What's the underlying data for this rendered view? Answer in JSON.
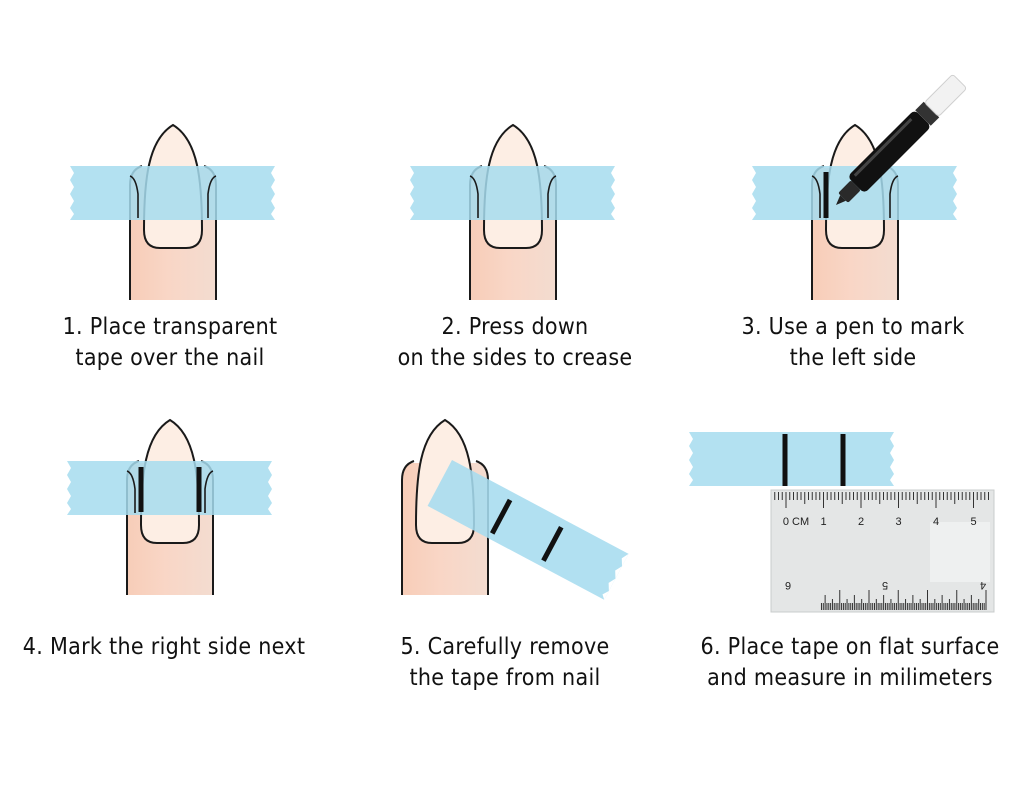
{
  "steps": [
    {
      "number": 1,
      "line1": "1. Place transparent",
      "line2": "tape over the nail"
    },
    {
      "number": 2,
      "line1": "2. Press down",
      "line2": "on the sides to crease"
    },
    {
      "number": 3,
      "line1": "3. Use a pen to mark",
      "line2": "the left side"
    },
    {
      "number": 4,
      "line1": "4. Mark the right side next",
      "line2": ""
    },
    {
      "number": 5,
      "line1": "5. Carefully remove",
      "line2": "the tape from nail"
    },
    {
      "number": 6,
      "line1": "6. Place tape on flat surface",
      "line2": "and measure in milimeters"
    }
  ],
  "ruler": {
    "top_labels": [
      "0 CM",
      "1",
      "2",
      "3",
      "4",
      "5"
    ],
    "bottom_labels": [
      "6",
      "5",
      "4"
    ]
  },
  "colors": {
    "tape": "#a6dcef",
    "finger": "#f6d3c2",
    "nail": "#fdeee4",
    "outline": "#1a1a1a",
    "ruler": "#e4e6e6"
  }
}
